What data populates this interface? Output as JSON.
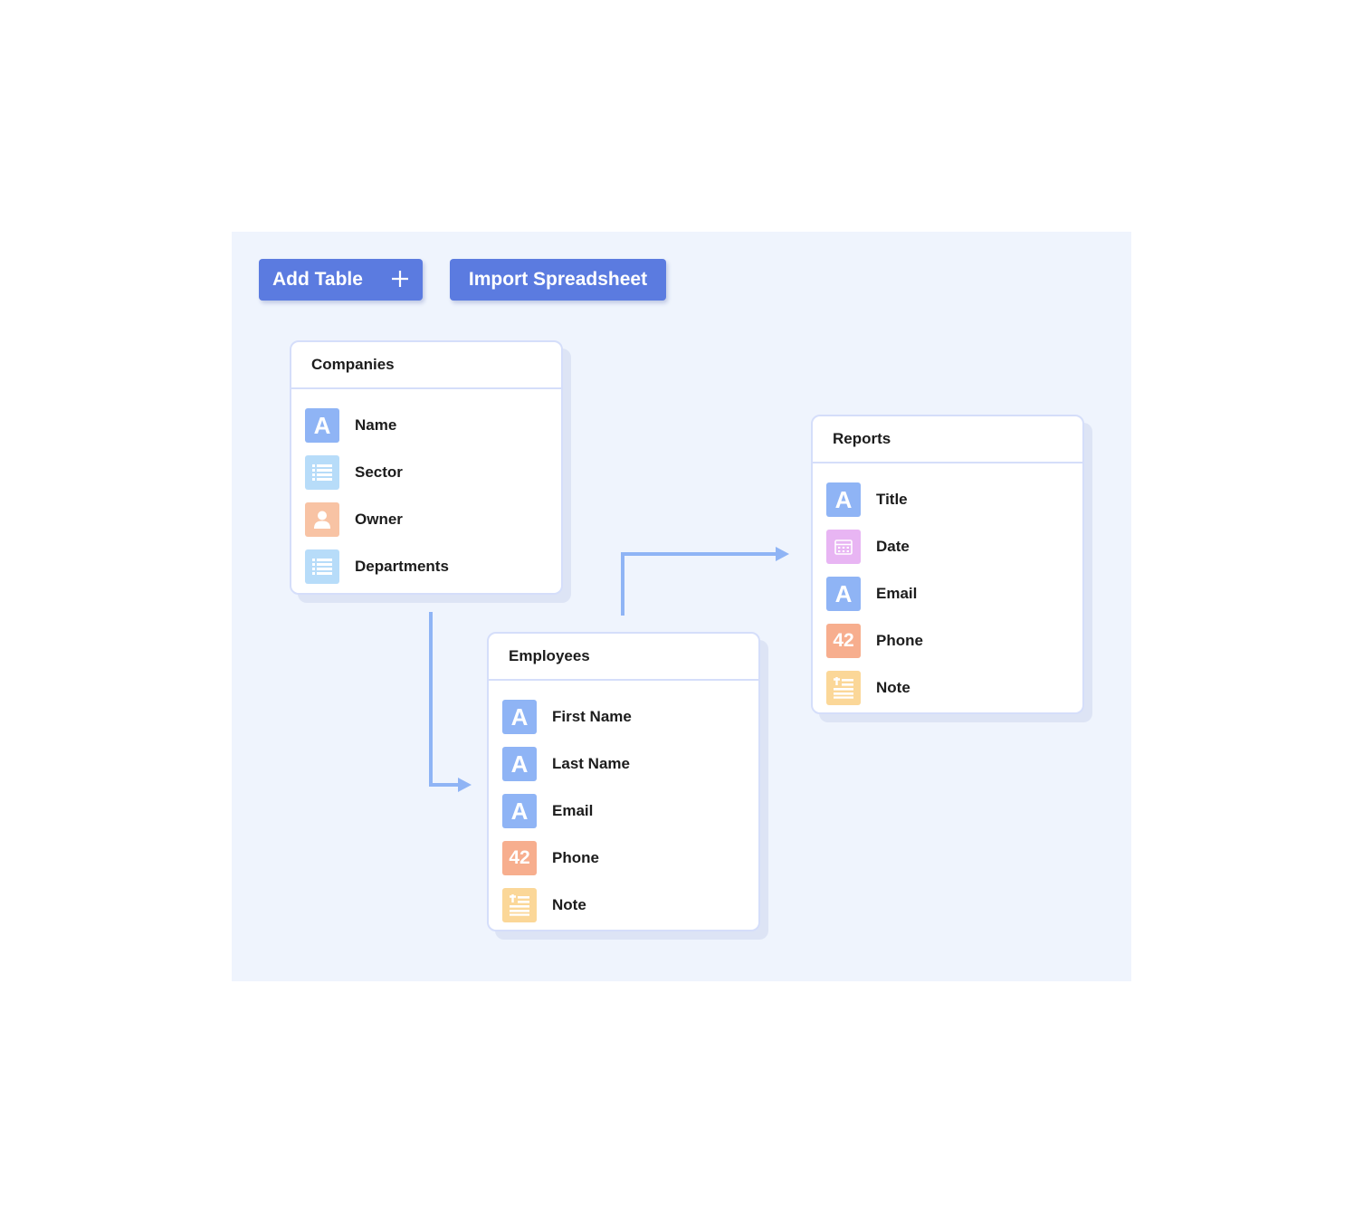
{
  "toolbar": {
    "add_table_label": "Add Table",
    "import_label": "Import Spreadsheet"
  },
  "colors": {
    "canvas": "#eff4fd",
    "button": "#5b7be0",
    "connector": "#8fb4f5",
    "card_border": "#d5defa"
  },
  "tables": {
    "companies": {
      "title": "Companies",
      "fields": [
        {
          "label": "Name",
          "type": "text",
          "icon": "text-A-icon"
        },
        {
          "label": "Sector",
          "type": "list",
          "icon": "list-icon"
        },
        {
          "label": "Owner",
          "type": "user",
          "icon": "user-icon"
        },
        {
          "label": "Departments",
          "type": "list",
          "icon": "list-icon"
        }
      ]
    },
    "employees": {
      "title": "Employees",
      "fields": [
        {
          "label": "First Name",
          "type": "text",
          "icon": "text-A-icon"
        },
        {
          "label": "Last Name",
          "type": "text",
          "icon": "text-A-icon"
        },
        {
          "label": "Email",
          "type": "text",
          "icon": "text-A-icon"
        },
        {
          "label": "Phone",
          "type": "number",
          "icon": "number-icon",
          "glyph": "42"
        },
        {
          "label": "Note",
          "type": "note",
          "icon": "note-icon"
        }
      ]
    },
    "reports": {
      "title": "Reports",
      "fields": [
        {
          "label": "Title",
          "type": "text",
          "icon": "text-A-icon"
        },
        {
          "label": "Date",
          "type": "date",
          "icon": "calendar-icon"
        },
        {
          "label": "Email",
          "type": "text",
          "icon": "text-A-icon"
        },
        {
          "label": "Phone",
          "type": "number",
          "icon": "number-icon",
          "glyph": "42"
        },
        {
          "label": "Note",
          "type": "note",
          "icon": "note-icon"
        }
      ]
    }
  },
  "text_glyph": "A",
  "links": [
    {
      "from": "companies",
      "to": "employees"
    },
    {
      "from": "employees",
      "to": "reports"
    }
  ]
}
